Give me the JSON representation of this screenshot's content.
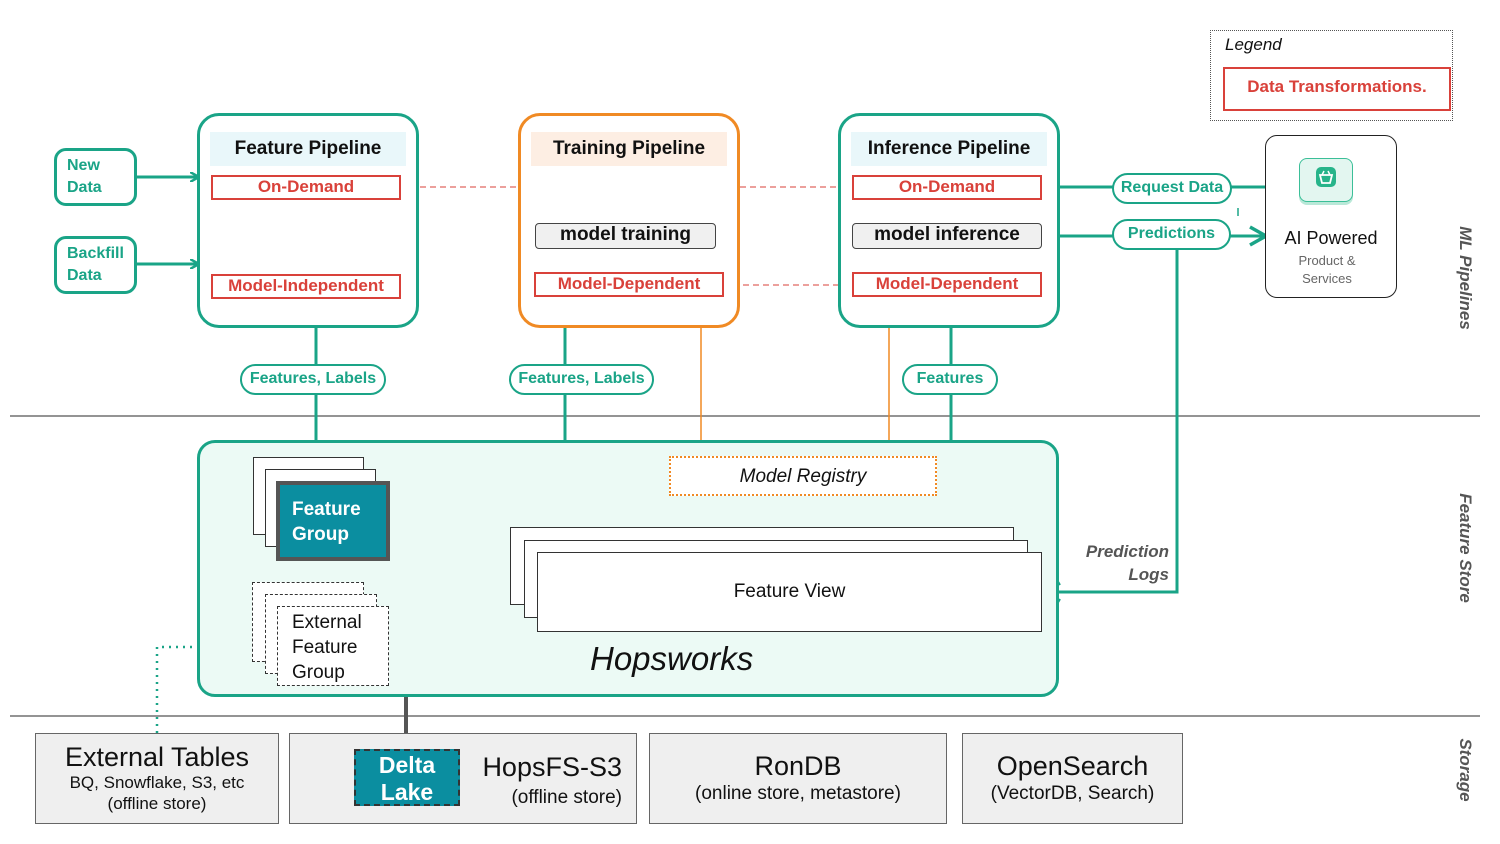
{
  "legend": {
    "title": "Legend",
    "item": "Data Transformations."
  },
  "inputs": {
    "new_data": "New\nData",
    "backfill_data": "Backfill\nData"
  },
  "feature_pipeline": {
    "title": "Feature Pipeline",
    "on_demand": "On-Demand",
    "model_independent": "Model-Independent"
  },
  "training_pipeline": {
    "title": "Training Pipeline",
    "model_training": "model training",
    "model_dependent": "Model-Dependent"
  },
  "inference_pipeline": {
    "title": "Inference Pipeline",
    "on_demand": "On-Demand",
    "model_inference": "model inference",
    "model_dependent": "Model-Dependent"
  },
  "labels": {
    "features_labels_1": "Features, Labels",
    "features_labels_2": "Features, Labels",
    "features": "Features",
    "request_data": "Request Data",
    "predictions": "Predictions",
    "prediction_logs": "Prediction\nLogs"
  },
  "ai_product": {
    "title": "AI Powered",
    "subtitle": "Product &\nServices"
  },
  "feature_store": {
    "feature_group": "Feature\nGroup",
    "external_feature_group": "External\nFeature\nGroup",
    "model_registry": "Model Registry",
    "feature_view": "Feature View",
    "hopsworks": "Hopsworks"
  },
  "storage": {
    "external_tables": {
      "title": "External Tables",
      "sub1": "BQ, Snowflake, S3, etc",
      "sub2": "(offline store)"
    },
    "delta_lake": "Delta\nLake",
    "hopsfs": {
      "title": "HopsFS-S3",
      "sub": "(offline store)"
    },
    "rondb": {
      "title": "RonDB",
      "sub": "(online store, metastore)"
    },
    "opensearch": {
      "title": "OpenSearch",
      "sub": "(VectorDB, Search)"
    }
  },
  "sections": {
    "ml_pipelines": "ML Pipelines",
    "feature_store": "Feature Store",
    "storage": "Storage"
  },
  "colors": {
    "teal": "#1aa487",
    "red": "#d9413a",
    "orange": "#f08a24",
    "dark_teal": "#0b8ea0"
  }
}
